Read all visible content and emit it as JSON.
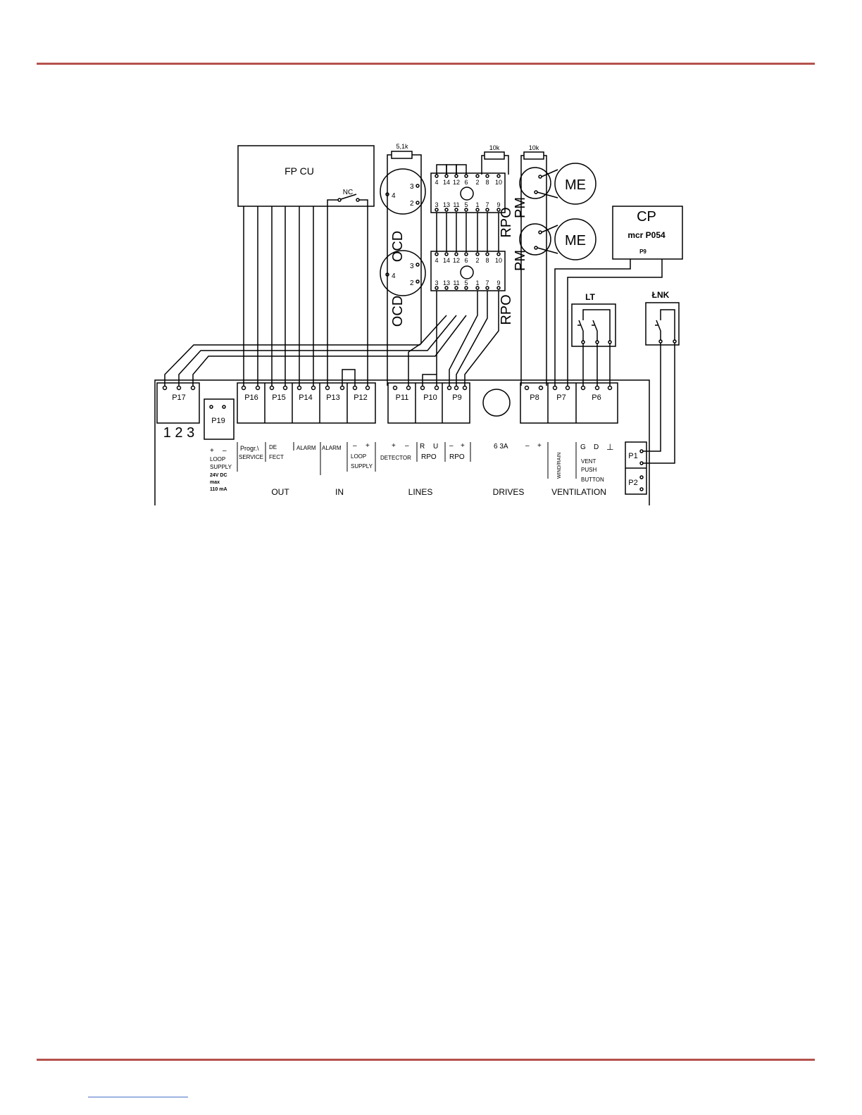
{
  "page": {
    "accent_color": "#b5524d",
    "link_color": "#4a6fc7"
  },
  "diagram": {
    "fpcu": {
      "title": "FP CU",
      "nc": "NC"
    },
    "resistor_ocd": "5,1k",
    "resistor_rpo": "10k",
    "resistor_pm": "10k",
    "ocd": {
      "label": "OCD",
      "pin_left": "4",
      "pin_top": "3",
      "pin_bottom": "2"
    },
    "rpo": {
      "label": "RPO",
      "top_pins": [
        "4",
        "14",
        "12",
        "6",
        "2",
        "8",
        "10"
      ],
      "bottom_pins": [
        "3",
        "13",
        "11",
        "5",
        "1",
        "7",
        "9"
      ]
    },
    "pm": {
      "label": "PM"
    },
    "me": {
      "label": "ME"
    },
    "cp": {
      "title": "CP",
      "subtitle": "mcr P054",
      "pin": "P9"
    },
    "lt": {
      "label": "LT"
    },
    "lnk": {
      "label": "ŁNK"
    },
    "terminals": {
      "p17": "P17",
      "p17_nums": "1 2 3",
      "p19": "P19",
      "p16": "P16",
      "p15": "P15",
      "p14": "P14",
      "p13": "P13",
      "p12": "P12",
      "p11": "P11",
      "p10": "P10",
      "p9": "P9",
      "p8": "P8",
      "p7": "P7",
      "p6": "P6",
      "p1": "P1",
      "p2": "P2"
    },
    "board_labels": {
      "plus": "+",
      "minus": "–",
      "loop": "LOOP",
      "supply": "SUPPLY",
      "v24": "24V DC",
      "max": "max",
      "ma": "110 mA",
      "progr": "Progr.\\",
      "service": "SERVICE",
      "de": "DE",
      "fect": "FECT",
      "alarm_out": "ALARM",
      "alarm_in": "ALARM",
      "loop2": "LOOP",
      "supply2": "SUPPLY",
      "detector": "DETECTOR",
      "r": "R",
      "u": "U",
      "rpo1": "RPO",
      "rpo2": "RPO",
      "fuse": "6 3A",
      "windrain": "WIND/RAIN",
      "g": "G",
      "d": "D",
      "gnd": "⊥",
      "vent": "VENT",
      "push": "PUSH",
      "button": "BUTTON"
    },
    "sections": {
      "out": "OUT",
      "in": "IN",
      "lines": "LINES",
      "drives": "DRIVES",
      "ventilation": "VENTILATION"
    }
  }
}
